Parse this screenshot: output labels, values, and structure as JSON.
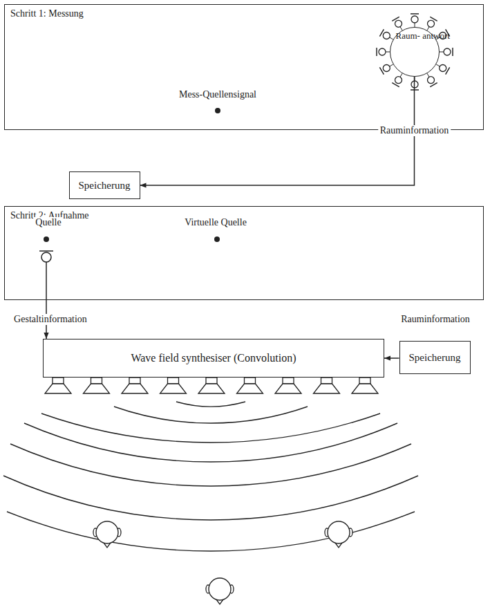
{
  "diagram": {
    "nodes": [
      {
        "text": [
          "Schritt 1: Messung"
        ]
      },
      {
        "text": [
          "Raum- antwort"
        ],
        "in": 0
      },
      {
        "text": [
          "Speicherung"
        ]
      },
      {
        "text": [
          "Schritt 2: Aufnahme"
        ]
      },
      {
        "text": [
          "Wave field synthesiser (Convolution)"
        ]
      },
      {
        "text": [
          "Speicherung"
        ]
      }
    ],
    "edges": [
      {
        "from": 1,
        "to": 2,
        "arrow": "to",
        "label": "Rauminformation"
      },
      {
        "from": 3,
        "to": 4,
        "arrow": "to",
        "label": "Gestaltinformation"
      },
      {
        "from": 5,
        "to": 4,
        "arrow": "to"
      }
    ],
    "labels": [
      "Mess-Quellensignal",
      "Quelle",
      "Virtuelle Quelle",
      "Rauminformation"
    ]
  }
}
